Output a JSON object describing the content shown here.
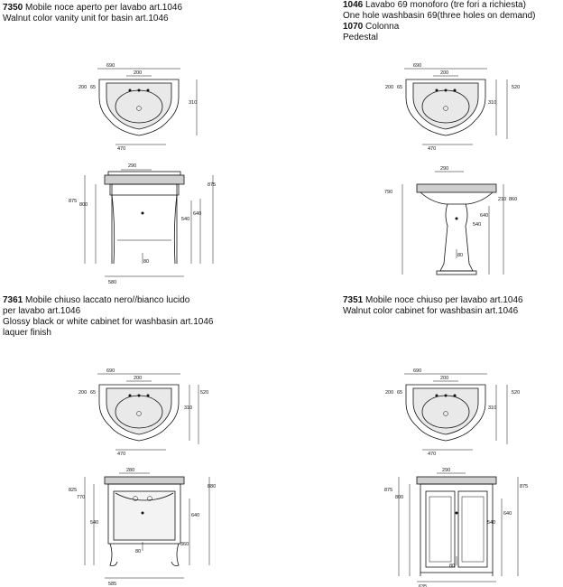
{
  "products": [
    {
      "lines": [
        {
          "code": "7350",
          "text": "Mobile noce aperto per lavabo art.1046"
        },
        {
          "code": "",
          "text": "Walnut color vanity  unit for basin art.1046"
        }
      ],
      "top_dims": {
        "w": "690",
        "holes": "200",
        "a": "200",
        "b": "65",
        "d": "310",
        "bw": "470"
      },
      "side_dims": {
        "top": "290",
        "h1": "875",
        "h2": "800",
        "h3": "540",
        "h4": "640",
        "h5": "875",
        "drain": "80",
        "base": "580"
      }
    },
    {
      "lines": [
        {
          "code": "1046",
          "text": "Lavabo 69 monoforo (tre fori a richiesta)"
        },
        {
          "code": "",
          "text": "One hole washbasin 69(three holes on demand)"
        },
        {
          "code": "1070",
          "text": "Colonna"
        },
        {
          "code": "",
          "text": "Pedestal"
        }
      ],
      "top_dims": {
        "w": "690",
        "holes": "200",
        "a": "200",
        "b": "65",
        "d": "310",
        "e": "520",
        "bw": "470"
      },
      "side_dims": {
        "top": "290",
        "h1": "790",
        "h2": "210",
        "h3": "860",
        "h4": "640",
        "h5": "540",
        "drain": "80"
      }
    },
    {
      "lines": [
        {
          "code": "7361",
          "text": "Mobile chiuso laccato nero//bianco lucido"
        },
        {
          "code": "",
          "text": "per lavabo art.1046"
        },
        {
          "code": "",
          "text": "Glossy black or white cabinet for washbasin art.1046"
        },
        {
          "code": "",
          "text": "laquer finish"
        }
      ],
      "top_dims": {
        "w": "690",
        "holes": "200",
        "a": "200",
        "b": "65",
        "d": "310",
        "e": "520",
        "bw": "470"
      },
      "side_dims": {
        "top": "280",
        "h1": "825",
        "h2": "770",
        "h3": "880",
        "h4": "540",
        "h5": "640",
        "h6": "360",
        "drain": "80",
        "base": "585"
      }
    },
    {
      "lines": [
        {
          "code": "7351",
          "text": "Mobile noce chiuso per lavabo art.1046"
        },
        {
          "code": "",
          "text": "Walnut color cabinet for washbasin art.1046"
        }
      ],
      "top_dims": {
        "w": "690",
        "holes": "200",
        "a": "200",
        "b": "65",
        "d": "310",
        "e": "520",
        "bw": "470"
      },
      "side_dims": {
        "top": "290",
        "h1": "875",
        "h2": "800",
        "h3": "875",
        "h4": "540",
        "h5": "640",
        "drain": "80",
        "base": "635"
      }
    }
  ]
}
